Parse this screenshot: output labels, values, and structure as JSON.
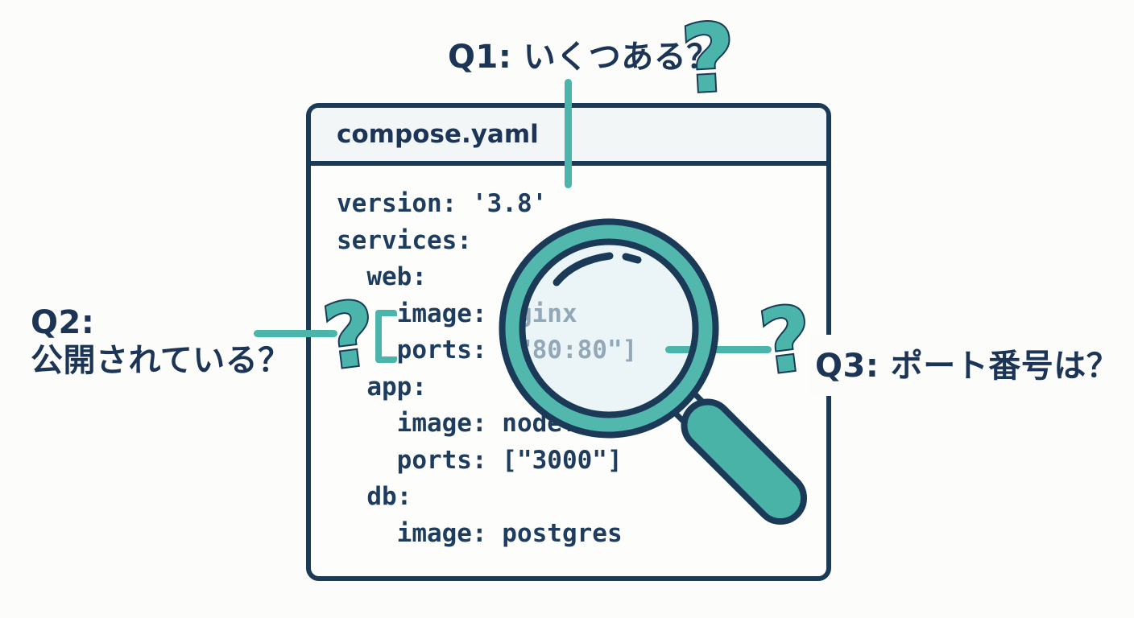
{
  "page": {
    "background": "#fcfcfa"
  },
  "colors": {
    "navy": "#1b3a57",
    "teal": "#4bb5ab",
    "lens_tint": "#e0eff3",
    "titlebar_bg": "#f3f6f7",
    "window_bg": "#fdfdfc",
    "code_text": "#1e3c5e"
  },
  "annotations": {
    "q1": {
      "label": "Q1: いくつある？",
      "question_mark": "?"
    },
    "q2": {
      "line1": "Q2:",
      "line2": "公開されている？",
      "question_mark": "?"
    },
    "q3": {
      "label": "Q3: ポート番号は？",
      "question_mark": "?"
    }
  },
  "window": {
    "title": "compose.yaml",
    "code_lines": [
      "version: '3.8'",
      "services:",
      "  web:",
      "    image: nginx",
      "    ports: [\"80:80\"]",
      "  app:",
      "    image: node:18",
      "    ports: [\"3000\"]",
      "  db:",
      "    image: postgres"
    ]
  },
  "icons": {
    "magnifier": "magnifying-glass-icon",
    "q1_mark": "question-mark-icon",
    "q2_mark": "question-mark-icon",
    "q3_mark": "question-mark-icon"
  }
}
